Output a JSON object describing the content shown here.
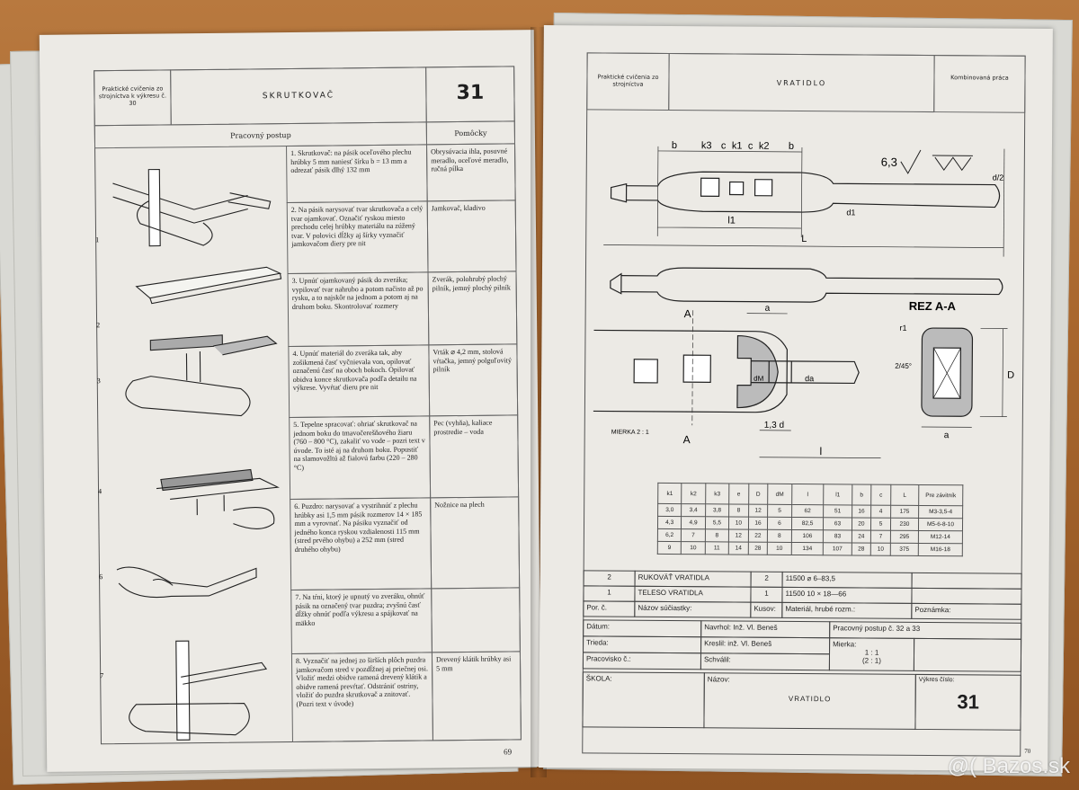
{
  "left_page": {
    "header_title_left": "Praktické cvičenia zo strojníctva k výkresu č. 30",
    "header_title": "SKRUTKOVAČ",
    "header_number": "31",
    "col_procedure": "Pracovný postup",
    "col_aids": "Pomôcky",
    "page_number": "69",
    "steps": [
      {
        "fig": "1",
        "text": "1. Skrutkovač: na pásik oceľového plechu hrúbky 5 mm naniesť šírku b = 13 mm a odrezať pásik dlhý 132 mm",
        "aids": "Obrysúvacia ihla, posuvné meradlo, oceľové meradlo, ručná pílka"
      },
      {
        "fig": "2",
        "text": "2. Na pásik narysovať tvar skrutkovača a celý tvar ojamkovať. Označiť ryskou miesto prechodu celej hrúbky materiálu na zúžený tvar. V polovici dĺžky aj šírky vyznačiť jamkovačom diery pre nit",
        "aids": "Jamkovač, kladivo"
      },
      {
        "fig": "3",
        "text": "3. Upnúť ojamkovaný pásik do zveráka; vypilovať tvar nahrubo a potom načisto až po rysku, a to najskôr na jednom a potom aj na druhom boku. Skontrolovať rozmery",
        "aids": "Zverák, polohrubý plochý pilník, jemný plochý pilník"
      },
      {
        "fig": "4",
        "text": "4. Upnúť materiál do zveráka tak, aby zošikmená časť vyčnievala von, opilovať označenú časť na oboch bokoch. Opilovať obidva konce skrutkovača podľa detailu na výkrese. Vyvŕtať dieru pre nit",
        "aids": "Vrták ⌀ 4,2 mm, stolová vŕtačka, jemný polguľovitý pilník"
      },
      {
        "fig": "",
        "text": "5. Tepelne spracovať: ohriať skrutkovač na jednom boku do tmavočerešňového žiaru (760 – 800 °C), zakaliť vo vode – pozri text v úvode. To isté aj na druhom boku. Popustiť na slamovožltú až fialovú farbu (220 – 280 °C)",
        "aids": "Pec (vyhňa), kaliace prostredie – voda"
      },
      {
        "fig": "6",
        "text": "6. Puzdro: narysovať a vystrihnúť z plechu hrúbky asi 1,5 mm pásik rozmerov 14 × 185 mm a vyrovnať. Na pásiku vyznačiť od jedného konca ryskou vzdialenosti 115 mm (stred prvého ohybu) a 252 mm (stred druhého ohybu)",
        "aids": "Nožnice na plech"
      },
      {
        "fig": "7",
        "text": "7. Na tŕni, ktorý je upnutý vo zveráku, ohnúť pásik na označený tvar puzdra; zvyšnú časť dĺžky ohnúť podľa výkresu a spájkovať na mäkko",
        "aids": ""
      },
      {
        "fig": "",
        "text": "8. Vyznačiť na jednej zo širších plôch puzdra jamkovačom stred v pozdĺžnej aj priečnej osi. Vložiť medzi obidve ramená drevený klátik a obidve ramená prevŕtať. Odstrániť ostriny, vložiť do puzdra skrutkovač a znitovať. (Pozri text v úvode)",
        "aids": "Drevený klátik hrúbky asi 5 mm"
      }
    ]
  },
  "right_page": {
    "header_left": "Praktické cvičenia zo strojníctva",
    "header_title": "VRATIDLO",
    "header_right": "Kombinovaná práca",
    "page_number": "70",
    "drawing_labels": {
      "b1": "b",
      "k3": "k3",
      "c1": "c",
      "k1": "k1",
      "c2": "c",
      "k2": "k2",
      "b2": "b",
      "roughness": "6,3",
      "l1": "l1",
      "L": "L",
      "d1": "d1",
      "d2": "d/2",
      "a": "a",
      "A_top": "A",
      "A_bottom": "A",
      "dM": "dM",
      "da": "da",
      "d13": "1,3 d",
      "l": "l",
      "section": "REZ A-A",
      "r1": "r1",
      "chamfer": "2/45°",
      "D": "D",
      "a2": "a",
      "scale": "MIERKA 2 : 1"
    },
    "spec_table": {
      "headers": [
        "k1",
        "k2",
        "k3",
        "e",
        "D",
        "dM",
        "l",
        "l1",
        "b",
        "c",
        "L",
        "Pre závitník"
      ],
      "rows": [
        [
          "3,0",
          "3,4",
          "3,8",
          "8",
          "12",
          "5",
          "62",
          "51",
          "16",
          "4",
          "175",
          "M3-3,5-4"
        ],
        [
          "4,3",
          "4,9",
          "5,5",
          "10",
          "16",
          "6",
          "82,5",
          "63",
          "20",
          "5",
          "230",
          "M5-6-8-10"
        ],
        [
          "6,2",
          "7",
          "8",
          "12",
          "22",
          "8",
          "106",
          "83",
          "24",
          "7",
          "295",
          "M12-14"
        ],
        [
          "9",
          "10",
          "11",
          "14",
          "28",
          "10",
          "134",
          "107",
          "28",
          "10",
          "375",
          "M16-18"
        ]
      ]
    },
    "parts": [
      {
        "no": "2",
        "name": "RUKOVÄŤ VRATIDLA",
        "qty": "2",
        "material": "11500 ⌀ 6–83,5"
      },
      {
        "no": "1",
        "name": "TELESO VRATIDLA",
        "qty": "1",
        "material": "11500 10 × 18—66"
      }
    ],
    "parts_header": {
      "no": "Por. č.",
      "name": "Názov súčiastky:",
      "qty": "Kusov:",
      "material": "Materiál, hrubé rozm.:",
      "note": "Poznámka:"
    },
    "title_block": {
      "date": "Dátum:",
      "designed": "Navrhol: Inž. Vl. Beneš",
      "procedure": "Pracovný postup č. 32 a 33",
      "class": "Trieda:",
      "drew": "Kreslil: inž. Vl. Beneš",
      "scale_label": "Mierka:",
      "scale1": "1 : 1",
      "scale2": "(2 : 1)",
      "workplace": "Pracovisko č.:",
      "approved": "Schválil:",
      "school": "ŠKOLA:",
      "name_label": "Názov:",
      "name": "VRATIDLO",
      "drawing_no_label": "Výkres číslo:",
      "drawing_no": "31"
    }
  },
  "watermark": "@( Bazos.sk"
}
